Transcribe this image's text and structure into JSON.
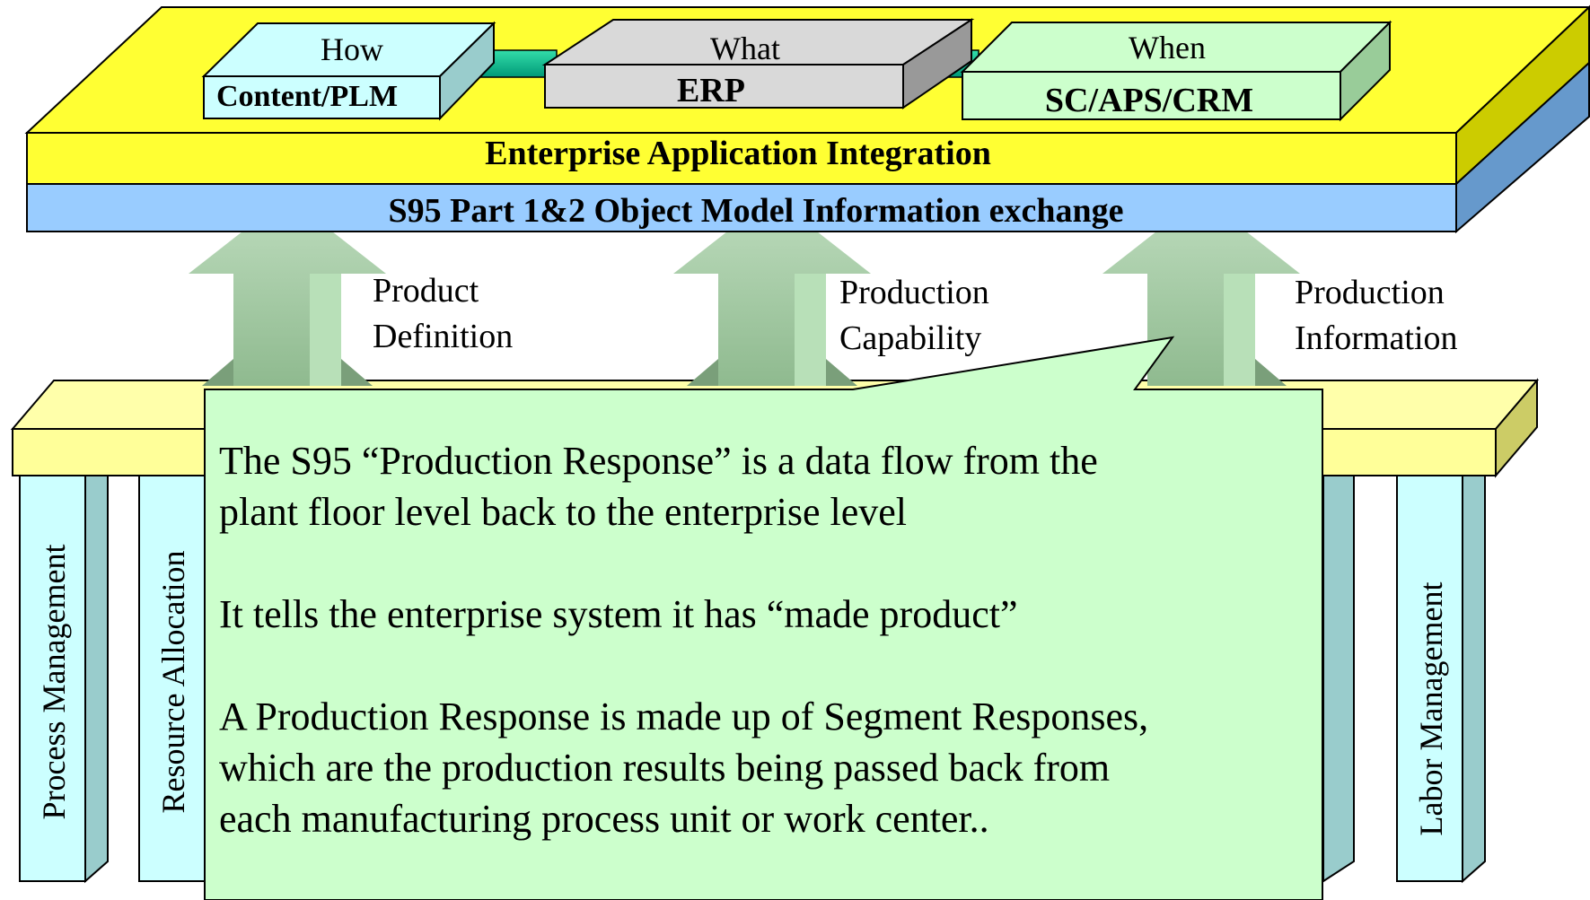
{
  "top_layer": {
    "how": {
      "label": "How",
      "system": "Content/PLM"
    },
    "what": {
      "label": "What",
      "system": "ERP"
    },
    "when": {
      "label": "When",
      "system": "SC/APS/CRM"
    },
    "eai_label": "Enterprise Application Integration",
    "s95_label": "S95 Part 1&2 Object Model Information exchange"
  },
  "arrows": [
    {
      "line1": "Product",
      "line2": "Definition"
    },
    {
      "line1": "Production",
      "line2": "Capability"
    },
    {
      "line1": "Production",
      "line2": "Information"
    }
  ],
  "pillars": [
    {
      "label": "Process Management"
    },
    {
      "label": "Resource Allocation"
    },
    {
      "label": "Labor Management"
    }
  ],
  "callout": {
    "paragraphs": [
      "The S95 “Production Response” is a data flow from the\nplant floor level back to the enterprise level",
      "It tells the enterprise system it has “made product”",
      "A Production Response is made up of Segment Responses,\nwhich are the production results being passed back from\neach manufacturing process unit or work center.."
    ]
  },
  "colors": {
    "eai_yellow": "#ffff33",
    "s95_blue": "#99ccff",
    "arrow_green": "#99c299",
    "callout_green": "#ccffcc",
    "pillar_cyan": "#ccffff",
    "shelf_yellow": "#ffff99"
  }
}
